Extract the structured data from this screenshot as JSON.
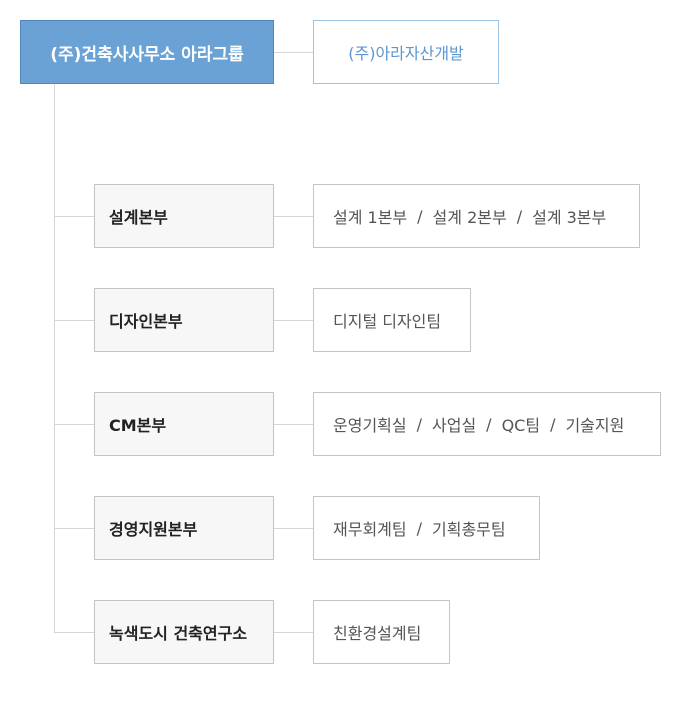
{
  "organization": {
    "root": {
      "label": "(주)건축사사무소 아라그룹"
    },
    "affiliate": {
      "label": "(주)아라자산개발"
    },
    "departments": [
      {
        "name": "설계본부",
        "teams": [
          "설계 1본부",
          "설계 2본부",
          "설계 3본부"
        ]
      },
      {
        "name": "디자인본부",
        "teams": [
          "디지털 디자인팀"
        ]
      },
      {
        "name": "CM본부",
        "teams": [
          "운영기획실",
          "사업실",
          "QC팀",
          "기술지원"
        ]
      },
      {
        "name": "경영지원본부",
        "teams": [
          "재무회계팀",
          "기획총무팀"
        ]
      },
      {
        "name": "녹색도시 건축연구소",
        "teams": [
          "친환경설계팀"
        ]
      }
    ],
    "team_separator": "/"
  },
  "colors": {
    "root_fill": "#6aa2d6",
    "affiliate_text": "#5c97cf",
    "connector": "#d6d6d6",
    "dept_fill": "#f7f7f7"
  }
}
